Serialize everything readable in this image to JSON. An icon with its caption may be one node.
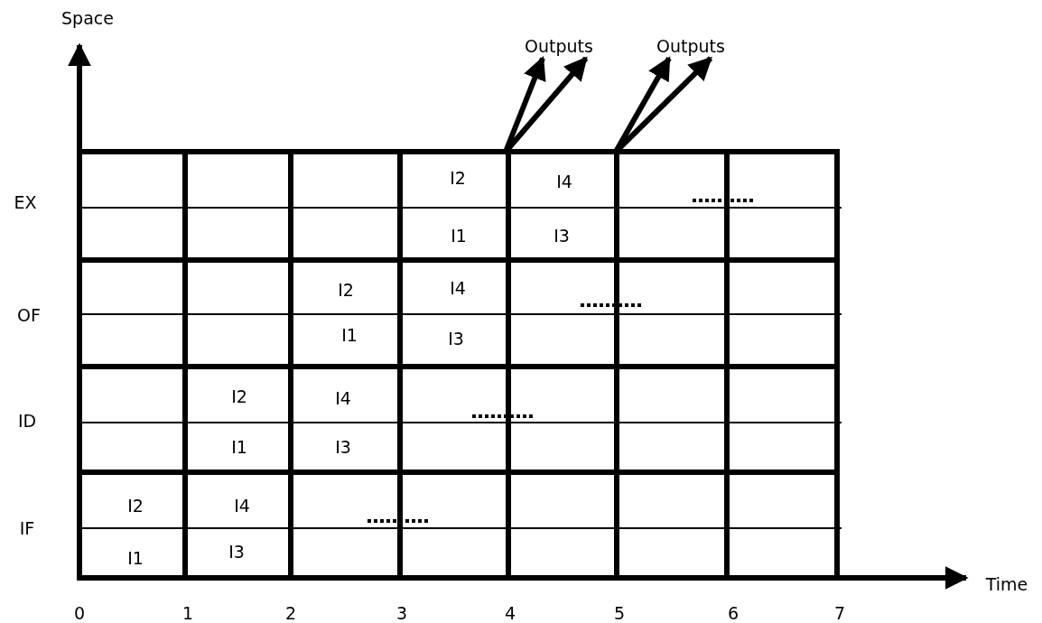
{
  "diagram": {
    "nodes": [
      {
        "text": [
          "Outputs"
        ]
      },
      {
        "text": [
          "Outputs"
        ]
      }
    ],
    "edges": [
      {
        "from": null,
        "to": 0,
        "arrow": "to"
      },
      {
        "from": null,
        "to": 0,
        "arrow": "to"
      },
      {
        "from": null,
        "to": 1,
        "arrow": "to"
      },
      {
        "from": null,
        "to": 1,
        "arrow": "to"
      }
    ],
    "labels": [
      "Space",
      "EX",
      "I2",
      "I4",
      "I1",
      "I3",
      "OF",
      "I2",
      "I4",
      "I1",
      "I3",
      "ID",
      "I2",
      "I4",
      "I1",
      "I3",
      "IF",
      "I2",
      "I4",
      "I1",
      "I3",
      "Time",
      "0",
      "1",
      "2",
      "3",
      "4",
      "5",
      "6",
      "7"
    ]
  }
}
